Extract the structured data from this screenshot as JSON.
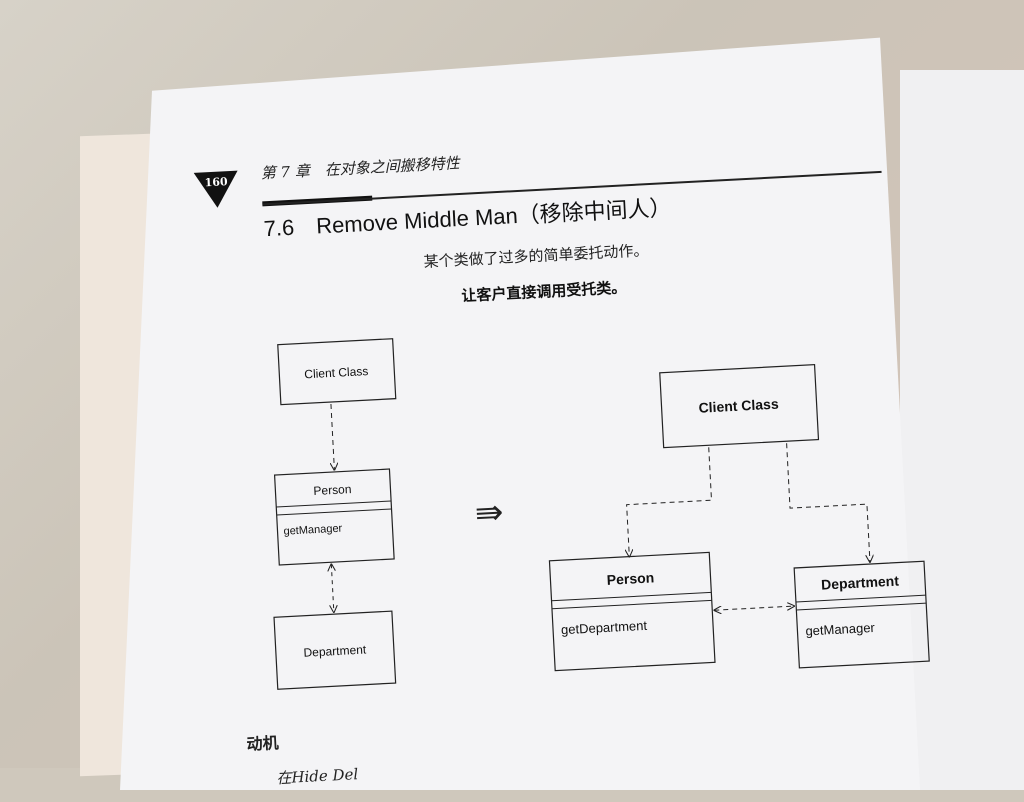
{
  "header": {
    "page_number": "160",
    "chapter": "第 7 章　在对象之间搬移特性"
  },
  "section": {
    "title": "7.6　Remove Middle Man（移除中间人）",
    "summary": "某个类做了过多的简单委托动作。",
    "action": "让客户直接调用受托类。"
  },
  "diagram_left": {
    "client": "Client Class",
    "person": "Person",
    "person_method": "getManager",
    "department": "Department"
  },
  "arrow_symbol": "⇛",
  "diagram_right": {
    "client": "Client Class",
    "person": "Person",
    "person_method": "getDepartment",
    "department": "Department",
    "department_method": "getManager"
  },
  "motive_heading": "动机",
  "body_start": "在Hide Del"
}
